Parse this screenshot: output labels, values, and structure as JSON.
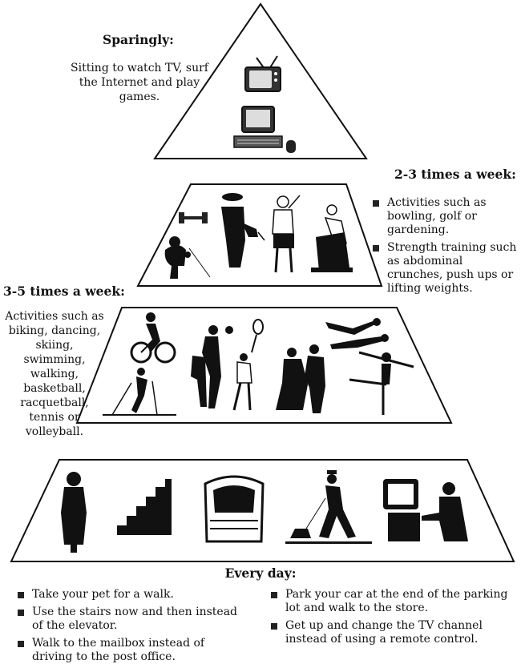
{
  "tiers": {
    "sparingly": {
      "heading": "Sparingly:",
      "text": "Sitting to watch TV, surf the Internet and play games.",
      "icons": [
        "television-icon",
        "computer-icon"
      ]
    },
    "weekly_2_3": {
      "heading": "2-3 times a week:",
      "bullets": [
        "Activities such as bowling, golf or gardening.",
        "Strength training such as abdominal crunches, push ups or lifting weights."
      ],
      "icons": [
        "bowling-icon",
        "dumbbell-icon",
        "gardening-icon",
        "golf-icon",
        "exercise-bike-icon"
      ]
    },
    "weekly_3_5": {
      "heading": "3-5 times a week:",
      "text": "Activities such as biking, dancing, skiing, swimming, walking, basketball, racquetball, tennis or volleyball.",
      "icons": [
        "cycling-icon",
        "skiing-icon",
        "basketball-icon",
        "tennis-icon",
        "dancing-icon",
        "swimming-icon"
      ]
    },
    "every_day": {
      "heading": "Every day:",
      "bullets_left": [
        "Take your pet for a walk.",
        "Use the stairs now and then instead of the elevator.",
        "Walk to the mailbox instead of driving to the post office."
      ],
      "bullets_right": [
        "Park your car at the end of the parking lot and walk to the store.",
        "Get up and change the TV channel instead of using a remote control."
      ],
      "icons": [
        "standing-person-icon",
        "stairs-icon",
        "mailbox-icon",
        "dog-walking-icon",
        "tv-changing-icon"
      ]
    }
  }
}
